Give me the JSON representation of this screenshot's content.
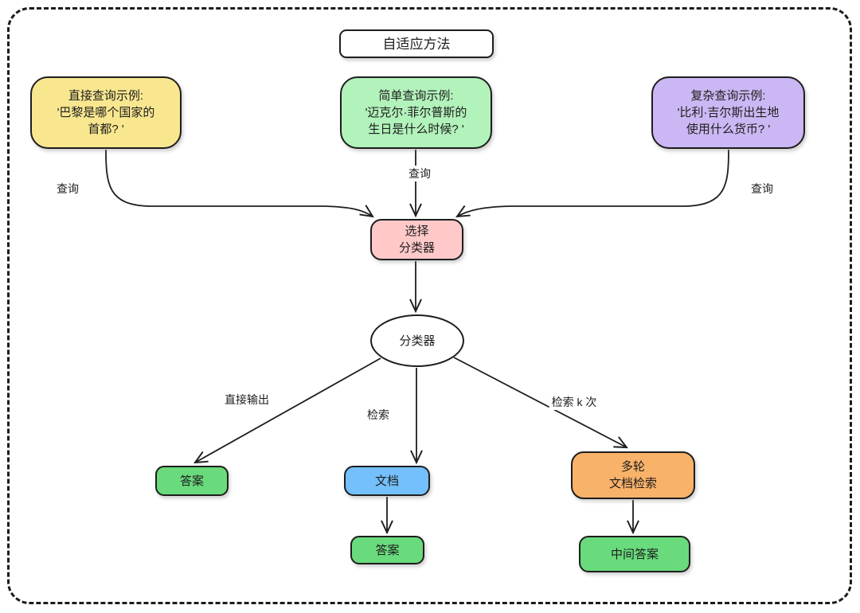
{
  "diagram": {
    "title": "自适应方法",
    "nodes": {
      "direct_example": {
        "lines": [
          "直接查询示例:",
          "'巴黎是哪个国家的",
          "首都? '"
        ]
      },
      "simple_example": {
        "lines": [
          "简单查询示例:",
          "'迈克尔·菲尔普斯的",
          "生日是什么时候? '"
        ]
      },
      "complex_example": {
        "lines": [
          "复杂查询示例:",
          "'比利·吉尔斯出生地",
          "使用什么货币? '"
        ]
      },
      "select_classifier": {
        "lines": [
          "选择",
          "分类器"
        ]
      },
      "classifier": "分类器",
      "answer_left": "答案",
      "document": "文档",
      "answer_middle": "答案",
      "multi_round": {
        "lines": [
          "多轮",
          "文档检索"
        ]
      },
      "intermediate_answer": "中间答案"
    },
    "edge_labels": {
      "query_left": "查询",
      "query_middle": "查询",
      "query_right": "查询",
      "direct_output": "直接输出",
      "retrieve": "检索",
      "retrieve_k": "检索 k 次"
    },
    "colors": {
      "ink": "#1e1e1e",
      "yellow": "#f8e78f",
      "light_green": "#b2f2bb",
      "purple": "#cbb7f3",
      "pink": "#ffc9c9",
      "blue": "#74c0fc",
      "green": "#69db7c",
      "orange": "#f9b269",
      "white": "#ffffff"
    }
  }
}
